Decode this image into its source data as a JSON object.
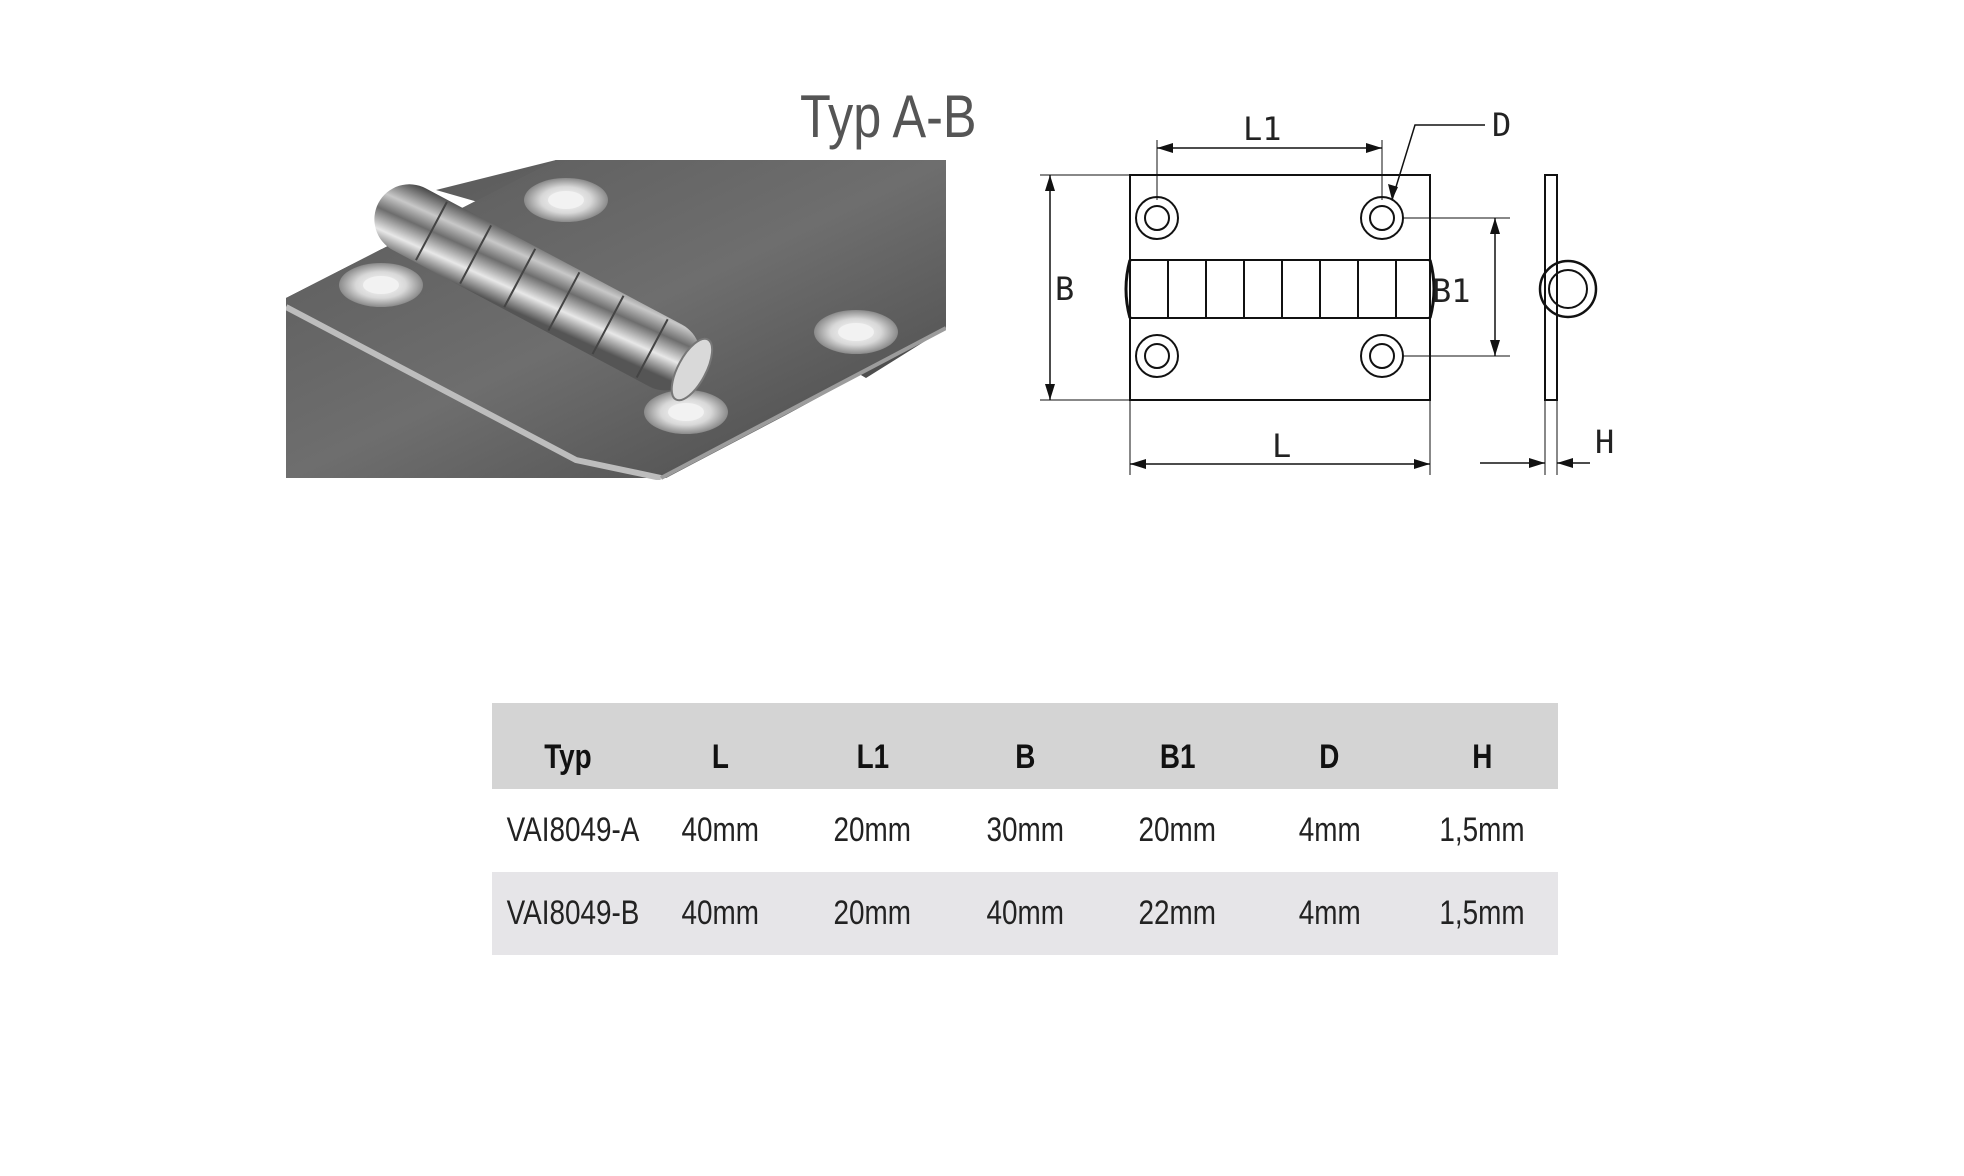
{
  "title": "Typ A-B",
  "drawing_labels": {
    "L1": "L1",
    "D": "D",
    "B": "B",
    "B1": "B1",
    "L": "L",
    "H": "H"
  },
  "table": {
    "headers": [
      "Typ",
      "L",
      "L1",
      "B",
      "B1",
      "D",
      "H"
    ],
    "rows": [
      [
        "VAI8049-A",
        "40mm",
        "20mm",
        "30mm",
        "20mm",
        "4mm",
        "1,5mm"
      ],
      [
        "VAI8049-B",
        "40mm",
        "20mm",
        "40mm",
        "22mm",
        "4mm",
        "1,5mm"
      ]
    ]
  }
}
